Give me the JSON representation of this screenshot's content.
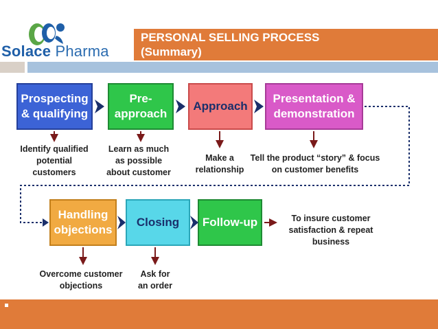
{
  "header": {
    "logo_text_a": "Solace",
    "logo_text_b": " Pharma",
    "title_line1": "PERSONAL SELLING PROCESS",
    "title_line2": "(Summary)"
  },
  "bottom": {
    "bullet": ""
  },
  "colors": {
    "accent_orange": "#e07b39",
    "strip_blue": "#a7c2dd",
    "stage_blue": "#3c63d6",
    "stage_green": "#2fc64a",
    "stage_pink": "#f37a7a",
    "stage_magenta": "#d95ac8",
    "stage_orange": "#f1aa42",
    "stage_cyan": "#58d7e9"
  },
  "diagram": {
    "stages": [
      {
        "id": "prospecting",
        "line1": "Prospecting",
        "line2": "& qualifying",
        "note1": "Identify qualified",
        "note2": "potential",
        "note3": "customers"
      },
      {
        "id": "pre-approach",
        "line1": "Pre-",
        "line2": "approach",
        "note1": "Learn as much",
        "note2": "as possible",
        "note3": "about customer"
      },
      {
        "id": "approach",
        "line1": "Approach",
        "line2": "",
        "note1": "Make a",
        "note2": "relationship",
        "note3": ""
      },
      {
        "id": "presentation",
        "line1": "Presentation &",
        "line2": "demonstration",
        "note1": "Tell the product “story” & focus",
        "note2": "on customer benefits",
        "note3": ""
      },
      {
        "id": "handling",
        "line1": "Handling",
        "line2": "objections",
        "note1": "Overcome customer",
        "note2": "objections",
        "note3": ""
      },
      {
        "id": "closing",
        "line1": "Closing",
        "line2": "",
        "note1": "Ask for",
        "note2": "an order",
        "note3": ""
      },
      {
        "id": "follow-up",
        "line1": "Follow-up",
        "line2": "",
        "note1": "",
        "note2": "",
        "note3": ""
      }
    ],
    "outcome": {
      "line1": "To insure customer",
      "line2": "satisfaction & repeat",
      "line3": "business"
    }
  }
}
